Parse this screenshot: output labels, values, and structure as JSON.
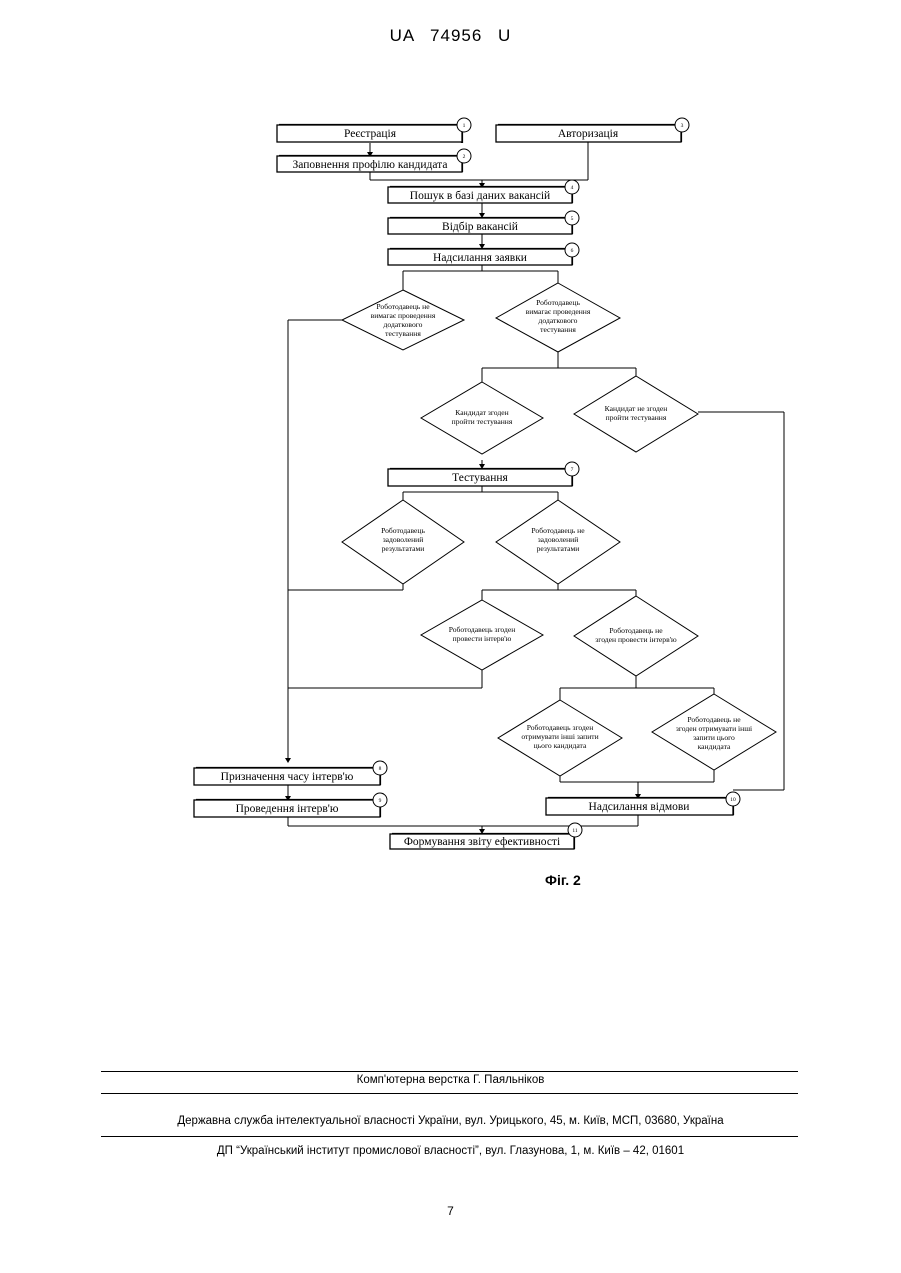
{
  "header": {
    "doc_number": "UA   74956   U"
  },
  "flowchart": {
    "boxes": {
      "registration": "Реєстрація",
      "authorization": "Авторизація",
      "profile": "Заповнення профілю кандидата",
      "search": "Пошук в базі даних вакансій",
      "selection": "Відбір вакансій",
      "application": "Надсилання заявки",
      "testing": "Тестування",
      "schedule_interview": "Призначення часу інтерв'ю",
      "conduct_interview": "Проведення інтерв'ю",
      "rejection": "Надсилання відмови",
      "report": "Формування звіту ефективності"
    },
    "numbers": {
      "registration": "1",
      "authorization": "3",
      "profile": "2",
      "search": "4",
      "selection": "5",
      "application": "6",
      "testing": "7",
      "schedule_interview": "8",
      "conduct_interview": "9",
      "rejection": "10",
      "report": "11"
    },
    "diamonds": {
      "no_test": [
        "Роботодавець не",
        "вимагає проведення",
        "додаткового",
        "тестування"
      ],
      "needs_test": [
        "Роботодавець",
        "вимагає проведення",
        "додаткового",
        "тестування"
      ],
      "cand_agrees": [
        "Кандидат згоден",
        "пройти тестування"
      ],
      "cand_disagrees": [
        "Кандидат не згоден",
        "пройти тестування"
      ],
      "satisfied": [
        "Роботодавець",
        "задоволений",
        "результатами"
      ],
      "not_satisfied": [
        "Роботодавець не",
        "задоволений",
        "результатами"
      ],
      "agrees_interview": [
        "Роботодавець згоден",
        "провести інтерв'ю"
      ],
      "disagrees_interview": [
        "Роботодавець не",
        "згоден провести інтерв'ю"
      ],
      "agrees_other": [
        "Роботодавець згоден",
        "отримувати інші запити",
        "цього кандидата"
      ],
      "disagrees_other": [
        "Роботодавець не",
        "згоден  отримувати інші",
        "запити цього",
        "кандидата"
      ]
    }
  },
  "figure_caption": "Фіг. 2",
  "footer": {
    "layout_credit": "Комп'ютерна верстка Г. Паяльніков",
    "agency": "Державна служба інтелектуальної власності України, вул. Урицького, 45, м. Київ, МСП, 03680, Україна",
    "institute": "ДП “Український інститут промислової власності”, вул. Глазунова, 1, м. Київ – 42, 01601"
  },
  "page_number": "7"
}
